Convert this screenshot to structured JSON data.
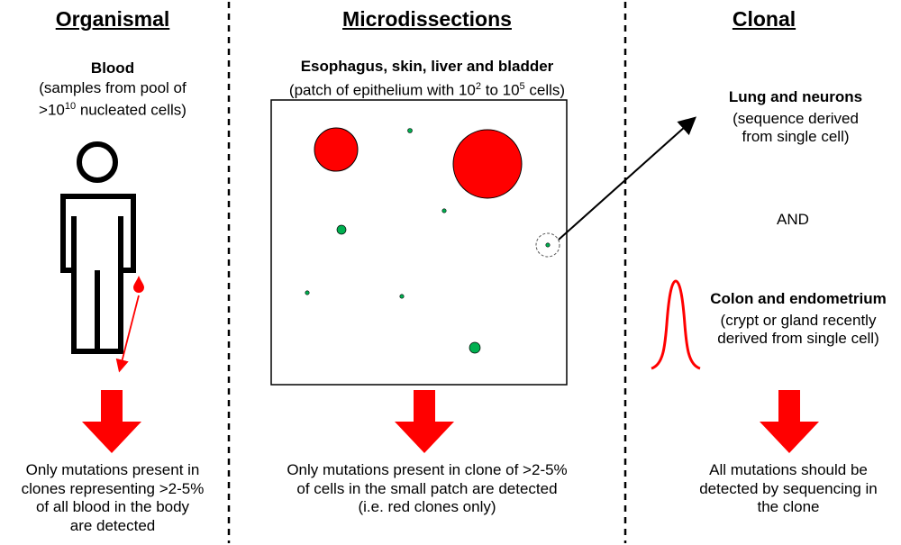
{
  "colors": {
    "accent": "#ff0000",
    "clone_green": "#00b050",
    "line": "#000000"
  },
  "organismal": {
    "title": "Organismal",
    "subtitle": "Blood",
    "desc_pre": "(samples from pool of",
    "desc_base": ">10",
    "desc_exp": "10",
    "desc_post": " nucleated cells)",
    "bottom": [
      "Only mutations present in",
      "clones representing >2-5%",
      "of all blood in the body",
      "are detected"
    ]
  },
  "microdissections": {
    "title": "Microdissections",
    "subtitle": "Esophagus, skin, liver and bladder",
    "desc_a": "(patch of epithelium with 10",
    "exp_a": "2",
    "desc_b": " to 10",
    "exp_b": "5",
    "desc_c": " cells)",
    "bottom": [
      "Only mutations present in clone of >2-5%",
      "of cells in the small patch are detected",
      "(i.e. red clones only)"
    ]
  },
  "clonal": {
    "title": "Clonal",
    "lung_title": "Lung and neurons",
    "lung_desc": [
      "(sequence derived",
      "from single cell)"
    ],
    "and_label": "AND",
    "colon_title": "Colon and endometrium",
    "colon_desc": [
      "(crypt or gland recently",
      "derived from single cell)"
    ],
    "bottom": [
      "All mutations should be",
      "detected by sequencing in",
      "the clone"
    ]
  }
}
